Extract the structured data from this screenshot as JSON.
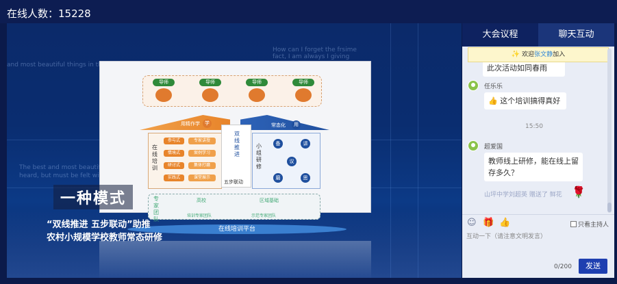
{
  "header": {
    "online_label": "在线人数：15228"
  },
  "video": {
    "ghost_texts": [
      "and most beautiful things in this wo",
      "The best and most beautiful things in the",
      "heard, but must be felt with the",
      "How can I forget the frsime",
      "fact, I am always I giving"
    ],
    "slide": {
      "mentor_label": "导师",
      "left_roof": "用精作学",
      "left_roof_badge": "学",
      "right_roof": "常态化",
      "right_roof_badge": "用",
      "left_vertical": "在线培训",
      "left_pills": [
        "参与式",
        "情境式",
        "研讨式",
        "实践式"
      ],
      "left_pills_right": [
        "专家讲授",
        "案例学习",
        "集体打磨",
        "课堂展示"
      ],
      "mid_vertical": "双线推进",
      "mid_bottom": "五步联动",
      "right_vertical": "小组研修",
      "right_nodes": [
        "备",
        "讲",
        "议",
        "磨",
        "思"
      ],
      "bottom_left": "专家团队",
      "bottom_labels": [
        "高校",
        "培训专家团队",
        "区域基础",
        "示范专家团队"
      ],
      "platform": "在线培训平台"
    },
    "caption_main": "一种模式",
    "caption_line1": "“双线推进  五步联动”助推",
    "caption_line2": "农村小规模学校教师常态研修"
  },
  "panel": {
    "tabs": [
      "大会议程",
      "聊天互动"
    ],
    "notice": {
      "prefix": "欢迎",
      "name": "张文静",
      "suffix": "加入",
      "firework": "✨"
    },
    "partial_text": "此次活动如同春雨",
    "messages": [
      {
        "user": "任乐乐",
        "text": "这个培训搞得真好",
        "emoji": "👍"
      },
      {
        "user": "超爱国",
        "text": "教师线上研修，能在线上留存多久？"
      }
    ],
    "time": "15:50",
    "gift_text": "山坪中学刘超英 赠送了 鲜花",
    "gift_icon": "🌹",
    "toolbar_icons": [
      "smile-icon",
      "gift-icon",
      "thumbs-up-icon"
    ],
    "host_only_label": "只看主持人",
    "input_placeholder": "互动一下（请注意文明发言）",
    "char_count": "0/200",
    "send_label": "发送"
  }
}
